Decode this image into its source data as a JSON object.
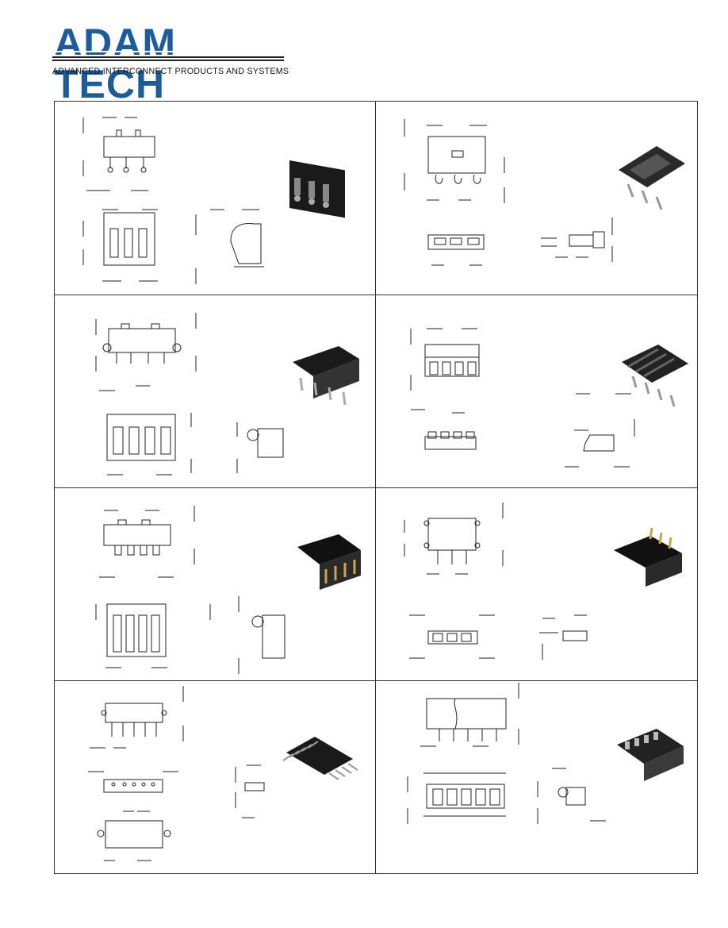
{
  "header": {
    "brand": "ADAM TECH",
    "tagline": "ADVANCED INTERCONNECT PRODUCTS AND SYSTEMS",
    "brand_color": "#1d5c9a"
  },
  "panels": [
    {
      "id": "p1",
      "drawing": "three-contact-connector-drawing",
      "icon": "connector-3pin-photo"
    },
    {
      "id": "p2",
      "drawing": "three-contact-smt-drawing",
      "icon": "connector-3pin-smt-photo"
    },
    {
      "id": "p3",
      "drawing": "four-contact-side-latch-drawing",
      "icon": "connector-4pin-photo"
    },
    {
      "id": "p4",
      "drawing": "four-contact-low-profile-drawing",
      "icon": "connector-4pin-lp-photo"
    },
    {
      "id": "p5",
      "drawing": "four-contact-right-angle-drawing",
      "icon": "connector-4pin-ra-photo"
    },
    {
      "id": "p6",
      "drawing": "three-contact-vertical-drawing",
      "icon": "connector-3pin-vert-photo"
    },
    {
      "id": "p7",
      "drawing": "five-contact-through-hole-drawing",
      "icon": "connector-5pin-th-photo"
    },
    {
      "id": "p8",
      "drawing": "multi-contact-extended-drawing",
      "icon": "connector-multi-photo"
    }
  ]
}
